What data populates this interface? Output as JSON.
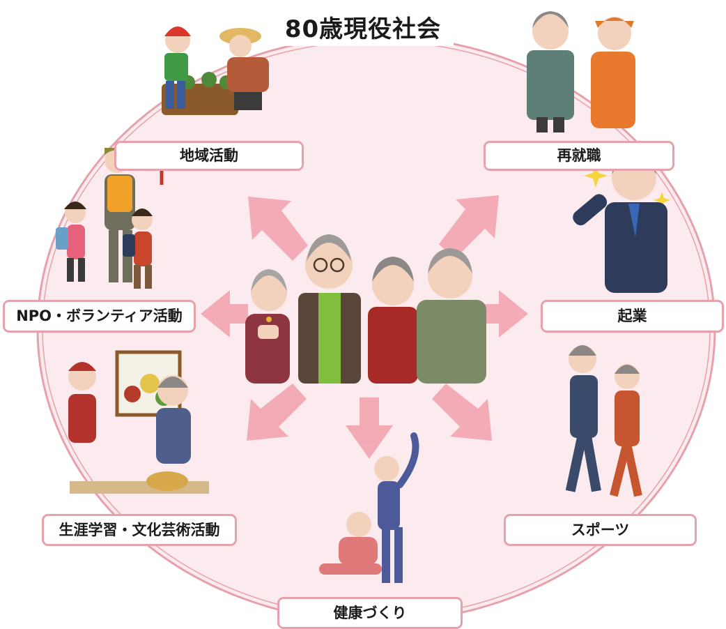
{
  "diagram": {
    "title": "80歳現役社会",
    "center_group_icon": "senior-group-icon",
    "activities": [
      {
        "key": "chiiki",
        "label": "地域活動",
        "icon": "gardening-icon"
      },
      {
        "key": "saishushoku",
        "label": "再就職",
        "icon": "workers-icon"
      },
      {
        "key": "kigyo",
        "label": "起業",
        "icon": "businessman-icon"
      },
      {
        "key": "sports",
        "label": "スポーツ",
        "icon": "walking-couple-icon"
      },
      {
        "key": "kenko",
        "label": "健康づくり",
        "icon": "stretching-icon"
      },
      {
        "key": "shogai",
        "label": "生涯学習・文化芸術活動",
        "icon": "painting-pottery-icon"
      },
      {
        "key": "npo",
        "label": "NPO・ボランティア活動",
        "icon": "crossing-guard-icon"
      }
    ],
    "colors": {
      "circle_fill": "#fcebee",
      "circle_stroke": "#e6a1ac",
      "arrow": "#f2a8b3",
      "label_border": "#e6a1ac"
    }
  }
}
